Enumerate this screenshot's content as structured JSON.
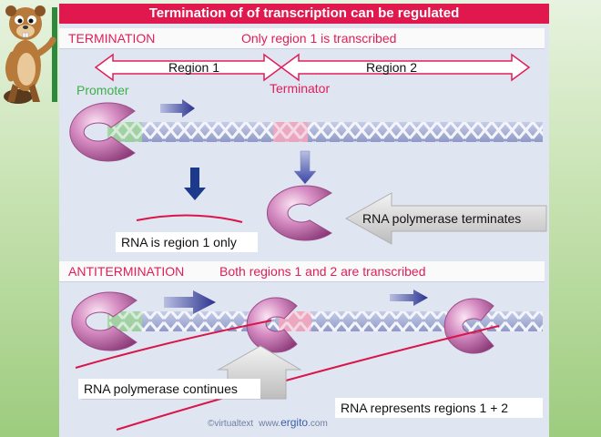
{
  "title": "Termination of of transcription can be regulated",
  "termination": {
    "heading": "TERMINATION",
    "subheading": "Only region 1 is transcribed",
    "region1_label": "Region 1",
    "region2_label": "Region 2",
    "promoter_label": "Promoter",
    "terminator_label": "Terminator",
    "rna_label": "RNA is region 1 only",
    "terminates_label": "RNA polymerase terminates"
  },
  "antitermination": {
    "heading": "ANTITERMINATION",
    "subheading": "Both regions 1 and 2 are transcribed",
    "continues_label": "RNA polymerase continues",
    "represents_label": "RNA represents regions 1 + 2"
  },
  "footer": {
    "copyright": "©virtualtext",
    "website_prefix": "www.",
    "website_brand": "ergito",
    "website_suffix": ".com"
  },
  "colors": {
    "title_bar": "#e0184e",
    "heading_text": "#e01e5a",
    "promoter": "#3fae49",
    "terminator": "#e01e5a",
    "rna": "#d91549",
    "polymerase": "#b45a9e",
    "dna": "#a2acd2",
    "arrow_blue": "#2a3f94"
  }
}
